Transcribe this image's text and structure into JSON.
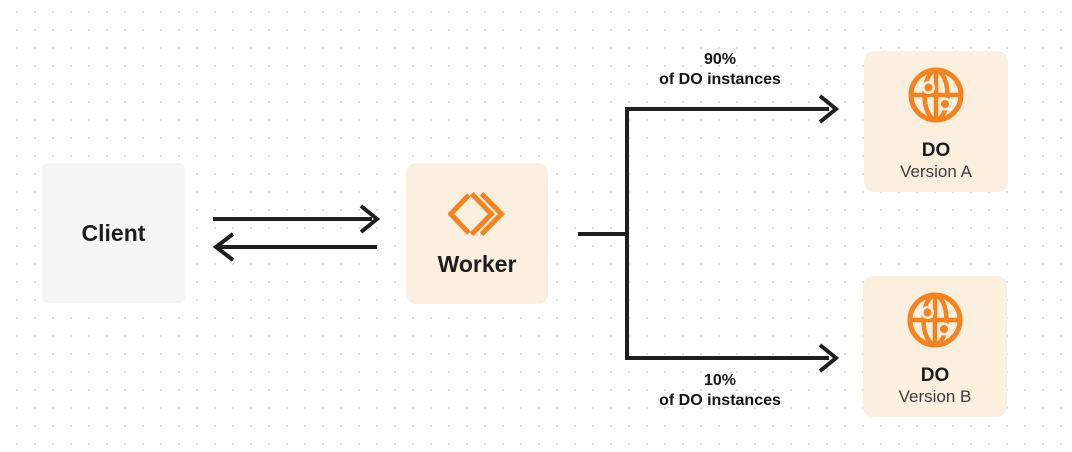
{
  "diagram": {
    "nodes": {
      "client": {
        "label": "Client"
      },
      "worker": {
        "label": "Worker"
      },
      "do_a": {
        "title": "DO",
        "subtitle": "Version A"
      },
      "do_b": {
        "title": "DO",
        "subtitle": "Version B"
      }
    },
    "edges": {
      "top": {
        "percent": "90%",
        "caption": "of DO instances"
      },
      "bottom": {
        "percent": "10%",
        "caption": "of DO instances"
      }
    },
    "icons": {
      "worker": "workers-icon",
      "durable_object": "globe-icon"
    },
    "colors": {
      "accent_orange": "#F6821F",
      "node_cream_bg": "#FBF0E0",
      "client_node_bg": "#F5F5F6",
      "connector_line": "#1E1E1E",
      "dot_grid": "#E2E2E2",
      "text_primary": "#1D1D1D",
      "text_secondary": "#3D3D3D"
    }
  }
}
